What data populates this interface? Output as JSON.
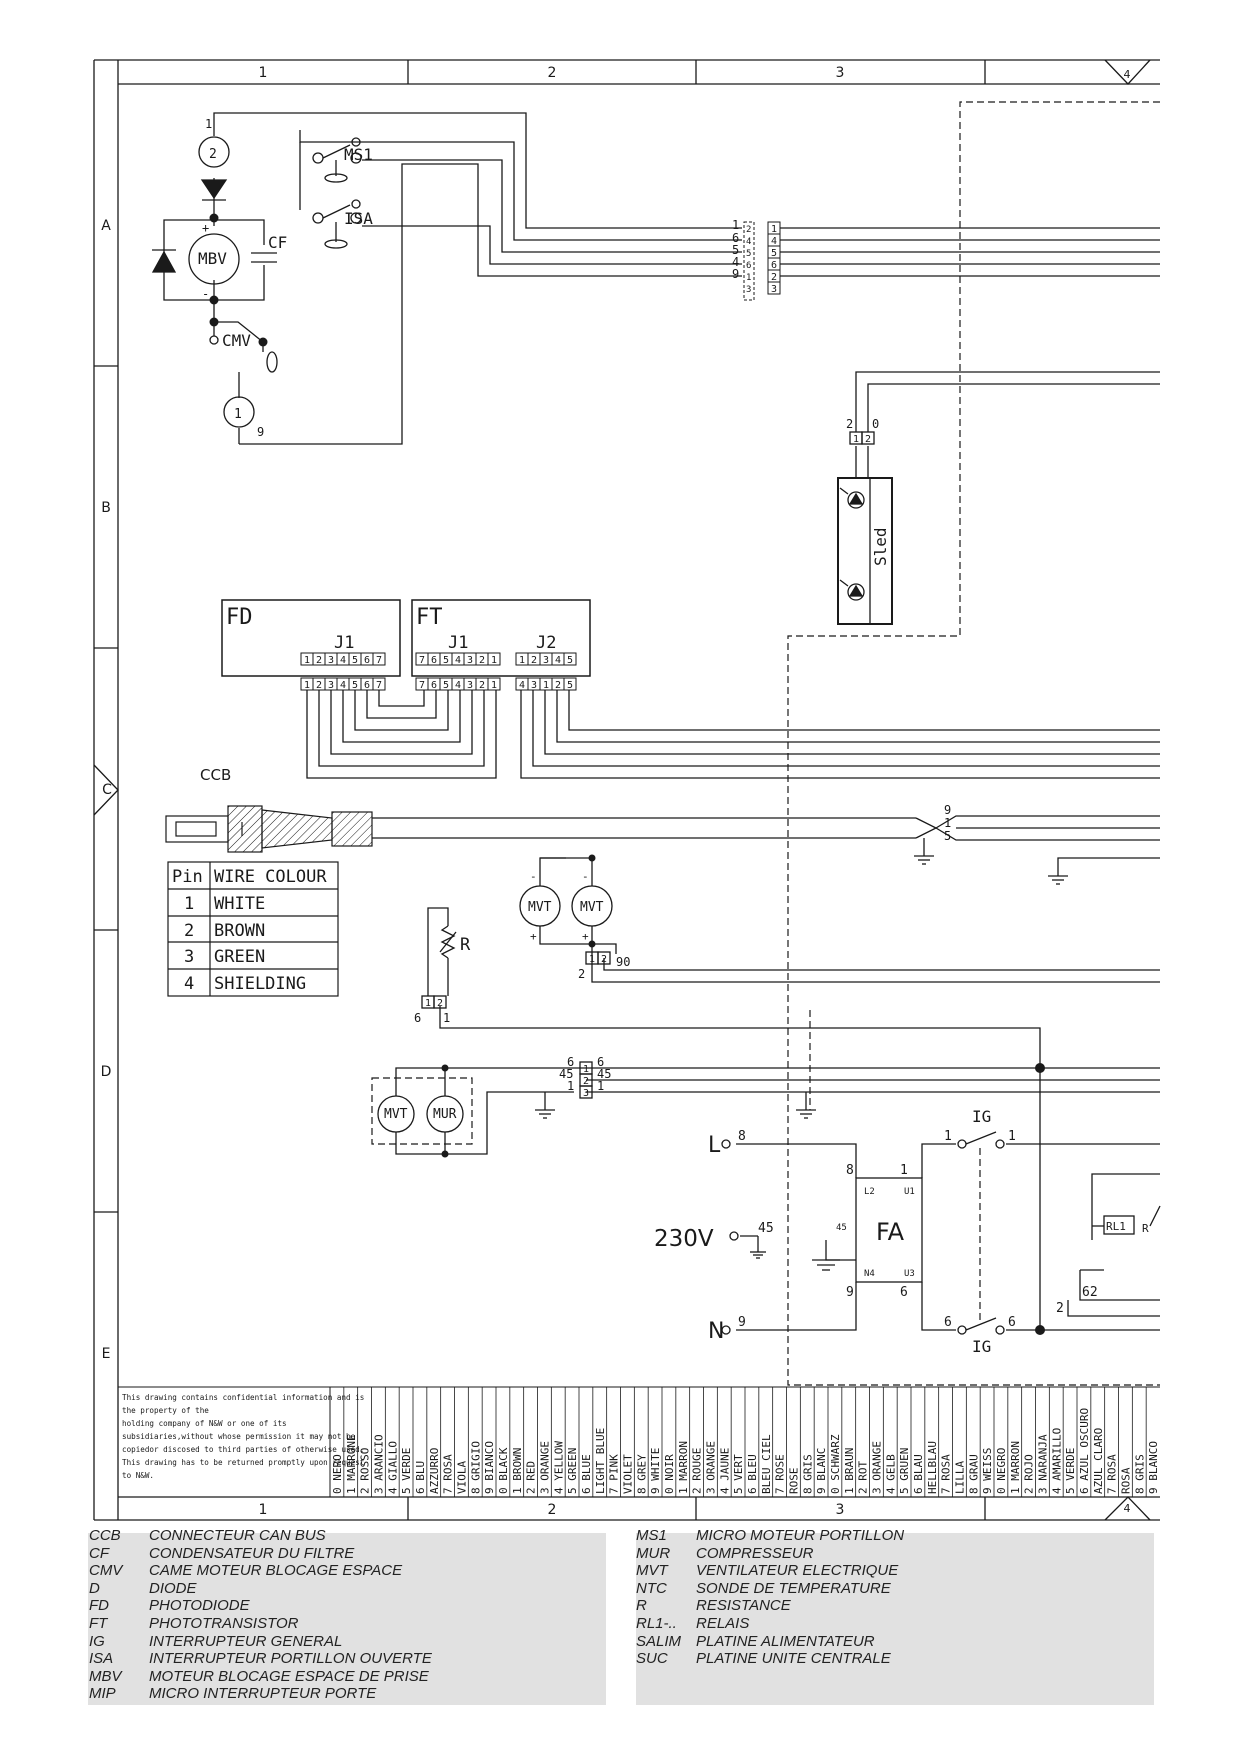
{
  "grid": {
    "columns": [
      "1",
      "2",
      "3",
      "4"
    ],
    "rows": [
      "A",
      "B",
      "C",
      "D",
      "E"
    ]
  },
  "components": {
    "ms1": "MS1",
    "isa": "ISA",
    "mbv": "MBV",
    "cf": "CF",
    "cmv": "CMV",
    "fd": "FD",
    "ft": "FT",
    "j1": "J1",
    "j2": "J2",
    "sled": "Sled",
    "ccb": "CCB",
    "mvt": "MVT",
    "mur": "MUR",
    "r": "R",
    "fa": "FA",
    "ig": "IG",
    "rl1": "RL1",
    "l": "L",
    "n": "N",
    "voltage": "230V",
    "fa_l2": "L2",
    "fa_u1": "U1",
    "fa_n4": "N4",
    "fa_u3": "U3",
    "fa_45": "45"
  },
  "wire_colour_table": {
    "header_pin": "Pin",
    "header_colour": "WIRE COLOUR",
    "rows": [
      {
        "pin": "1",
        "colour": "WHITE"
      },
      {
        "pin": "2",
        "colour": "BROWN"
      },
      {
        "pin": "3",
        "colour": "GREEN"
      },
      {
        "pin": "4",
        "colour": "SHIELDING"
      }
    ]
  },
  "confidential_notice": [
    "This drawing contains confidential information and is",
    "the property of the",
    "holding company of N&W or one of its",
    "subsidiaries,without whose permission it may not be",
    "copiedor discosed to third parties of otherwise used.",
    "This drawing has to be returned promptly upon request",
    "to N&W."
  ],
  "colour_codes": [
    "0 NERO",
    "1 MARRONE",
    "2 ROSSO",
    "3 ARANCIO",
    "4 GIALLO",
    "5 VERDE",
    "6 BLU",
    "AZZURRO",
    "7 ROSA",
    "VIOLA",
    "8 GRIGIO",
    "9 BIANCO",
    "0 BLACK",
    "1 BROWN",
    "2 RED",
    "3 ORANGE",
    "4 YELLOW",
    "5 GREEN",
    "6 BLUE",
    "LIGHT BLUE",
    "7 PINK",
    "VIOLET",
    "8 GREY",
    "9 WHITE",
    "0 NOIR",
    "1 MARRON",
    "2 ROUGE",
    "3 ORANGE",
    "4 JAUNE",
    "5 VERT",
    "6 BLEU",
    "BLEU CIEL",
    "7 ROSE",
    "ROSE",
    "8 GRIS",
    "9 BLANC",
    "0 SCHWARZ",
    "1 BRAUN",
    "2 ROT",
    "3 ORANGE",
    "4 GELB",
    "5 GRUEN",
    "6 BLAU",
    "HELLBLAU",
    "7 ROSA",
    "LILLA",
    "8 GRAU",
    "9 WEISS",
    "0 NEGRO",
    "1 MARRON",
    "2 ROJO",
    "3 NARANJA",
    "4 AMARILLO",
    "5 VERDE",
    "6 AZUL OSCURO",
    "AZUL CLARO",
    "7 ROSA",
    "ROSA",
    "8 GRIS",
    "9 BLANCO"
  ],
  "legend": {
    "left": [
      {
        "code": "CCB",
        "desc": "CONNECTEUR CAN BUS"
      },
      {
        "code": "CF",
        "desc": "CONDENSATEUR DU FILTRE"
      },
      {
        "code": "CMV",
        "desc": "CAME MOTEUR BLOCAGE ESPACE"
      },
      {
        "code": "D",
        "desc": "DIODE"
      },
      {
        "code": "FD",
        "desc": "PHOTODIODE"
      },
      {
        "code": "FT",
        "desc": "PHOTOTRANSISTOR"
      },
      {
        "code": "IG",
        "desc": "INTERRUPTEUR GENERAL"
      },
      {
        "code": "ISA",
        "desc": "INTERRUPTEUR PORTILLON OUVERTE"
      },
      {
        "code": "MBV",
        "desc": "MOTEUR BLOCAGE ESPACE DE PRISE"
      },
      {
        "code": "MIP",
        "desc": "MICRO INTERRUPTEUR PORTE"
      }
    ],
    "right": [
      {
        "code": "MS1",
        "desc": "MICRO MOTEUR PORTILLON"
      },
      {
        "code": "MUR",
        "desc": "COMPRESSEUR"
      },
      {
        "code": "MVT",
        "desc": "VENTILATEUR ELECTRIQUE"
      },
      {
        "code": "NTC",
        "desc": "SONDE DE TEMPERATURE"
      },
      {
        "code": "R",
        "desc": "RESISTANCE"
      },
      {
        "code": "RL1-..",
        "desc": "RELAIS"
      },
      {
        "code": "SALIM",
        "desc": "PLATINE ALIMENTATEUR"
      },
      {
        "code": "SUC",
        "desc": "PLATINE UNITE CENTRALE"
      }
    ]
  }
}
